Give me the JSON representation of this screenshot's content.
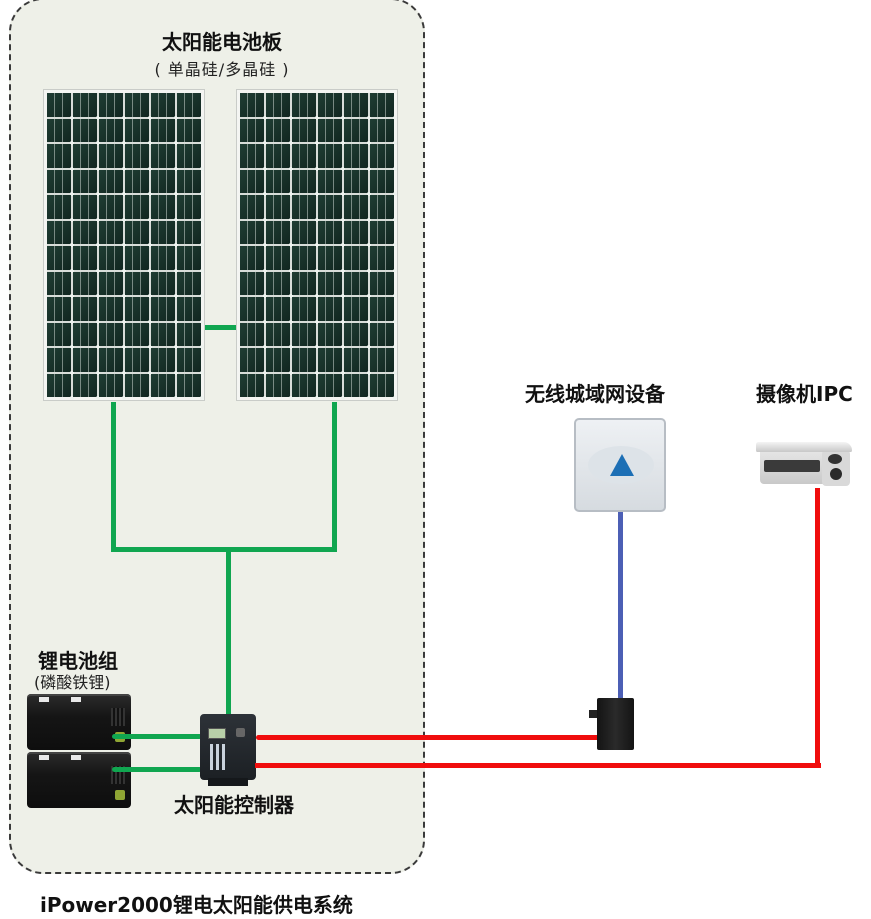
{
  "diagram": {
    "title": "iPower2000锂电太阳能供电系统",
    "solar_panels": {
      "label": "太阳能电池板",
      "sublabel": "( 单晶硅/多晶硅 )",
      "count": 2
    },
    "battery_pack": {
      "label": "锂电池组",
      "sublabel": "(磷酸铁锂)",
      "count": 2
    },
    "controller": {
      "label": "太阳能控制器"
    },
    "wireless_device": {
      "label": "无线城域网设备"
    },
    "camera": {
      "label": "摄像机IPC"
    },
    "colors": {
      "dc_panel_wire": "#10a650",
      "power_out_wire": "#f00d0d",
      "network_wire": "#4c5fb5",
      "system_box_bg": "#eef0e8"
    },
    "connections": [
      {
        "from": "solar-panel-1",
        "to": "controller",
        "color": "green"
      },
      {
        "from": "solar-panel-2",
        "to": "controller",
        "color": "green"
      },
      {
        "from": "battery-1",
        "to": "controller",
        "color": "green"
      },
      {
        "from": "battery-2",
        "to": "controller",
        "color": "green"
      },
      {
        "from": "controller",
        "to": "poe-injector",
        "color": "red"
      },
      {
        "from": "controller",
        "to": "camera",
        "color": "red"
      },
      {
        "from": "poe-injector",
        "to": "wireless-device",
        "color": "blue"
      }
    ]
  }
}
